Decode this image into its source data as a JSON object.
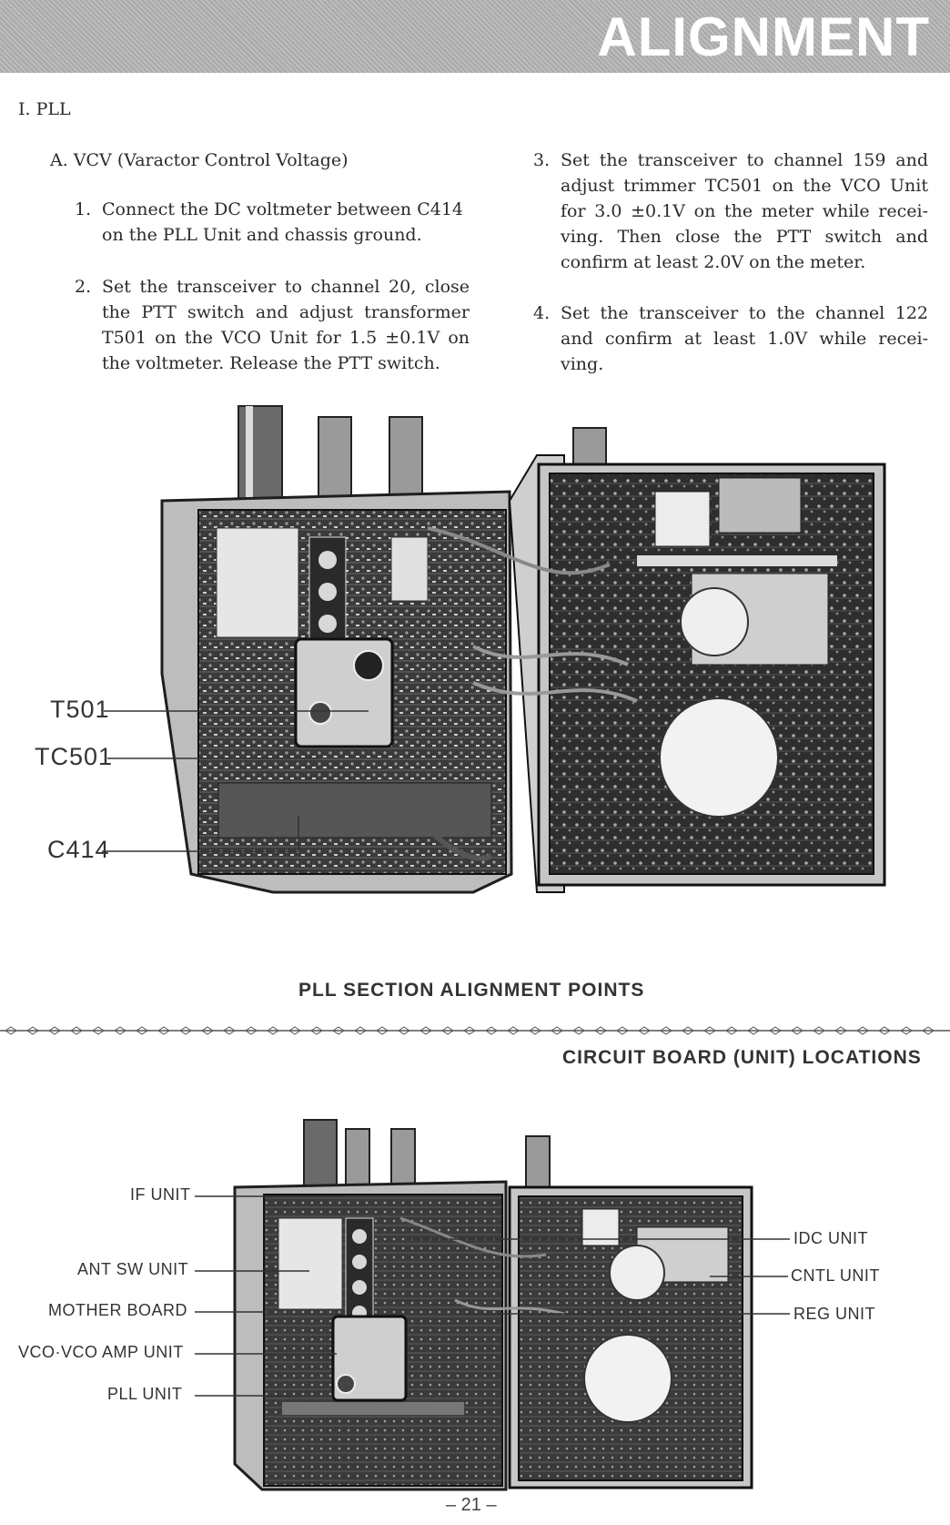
{
  "header": {
    "title": "ALIGNMENT"
  },
  "section": {
    "heading": "I. PLL",
    "sub_heading": "A. VCV (Varactor Control Voltage)"
  },
  "steps": [
    {
      "num": "1.",
      "lines": [
        "Connect the DC voltmeter between C414",
        "on the PLL Unit and chassis ground."
      ]
    },
    {
      "num": "2.",
      "lines": [
        "Set the transceiver to channel 20, close",
        "the PTT switch and adjust transformer",
        "T501 on the VCO Unit for 1.5 ±0.1V on",
        "the voltmeter. Release the PTT switch."
      ]
    },
    {
      "num": "3.",
      "lines": [
        "Set the transceiver to channel 159 and",
        "adjust trimmer TC501 on the VCO Unit",
        "for 3.0 ±0.1V on the meter while recei-",
        "ving. Then close the PTT switch and",
        "confirm at least 2.0V on the meter."
      ]
    },
    {
      "num": "4.",
      "lines": [
        "Set the transceiver to the channel 122",
        "and confirm at least 1.0V while recei-",
        "ving."
      ]
    }
  ],
  "figure1": {
    "caption": "PLL SECTION ALIGNMENT POINTS",
    "callouts": [
      "T501",
      "TC501",
      "C414"
    ]
  },
  "figure2": {
    "caption": "CIRCUIT BOARD (UNIT) LOCATIONS",
    "left_callouts": [
      "IF UNIT",
      "ANT SW UNIT",
      "MOTHER BOARD",
      "VCO·VCO AMP UNIT",
      "PLL UNIT"
    ],
    "right_callouts": [
      "IDC UNIT",
      "CNTL UNIT",
      "REG UNIT"
    ]
  },
  "footer": {
    "page_number": "– 21 –"
  }
}
